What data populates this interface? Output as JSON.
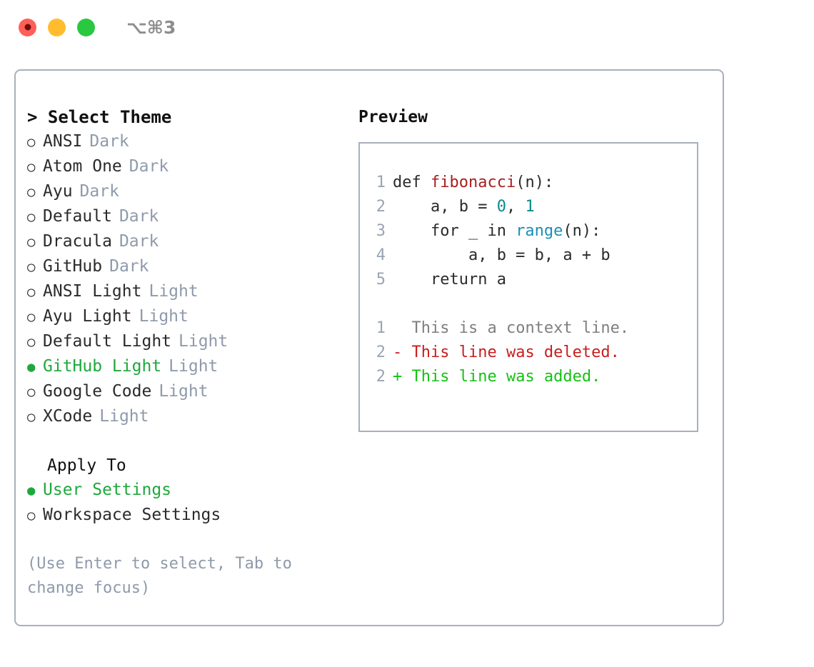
{
  "titlebar": {
    "shortcut": "⌥⌘3",
    "lights": [
      {
        "name": "close",
        "color": "#ff5f57"
      },
      {
        "name": "minimize",
        "color": "#ffbd2e"
      },
      {
        "name": "zoom",
        "color": "#28c840"
      }
    ]
  },
  "theme_picker": {
    "header": "> Select Theme",
    "items": [
      {
        "bullet": "○",
        "label": "ANSI",
        "tag": "Dark",
        "selected": false
      },
      {
        "bullet": "○",
        "label": "Atom One",
        "tag": "Dark",
        "selected": false
      },
      {
        "bullet": "○",
        "label": "Ayu",
        "tag": "Dark",
        "selected": false
      },
      {
        "bullet": "○",
        "label": "Default",
        "tag": "Dark",
        "selected": false
      },
      {
        "bullet": "○",
        "label": "Dracula",
        "tag": "Dark",
        "selected": false
      },
      {
        "bullet": "○",
        "label": "GitHub",
        "tag": "Dark",
        "selected": false
      },
      {
        "bullet": "○",
        "label": "ANSI Light",
        "tag": "Light",
        "selected": false
      },
      {
        "bullet": "○",
        "label": "Ayu Light",
        "tag": "Light",
        "selected": false
      },
      {
        "bullet": "○",
        "label": "Default Light",
        "tag": "Light",
        "selected": false
      },
      {
        "bullet": "●",
        "label": "GitHub Light",
        "tag": "Light",
        "selected": true
      },
      {
        "bullet": "○",
        "label": "Google Code",
        "tag": "Light",
        "selected": false
      },
      {
        "bullet": "○",
        "label": "XCode",
        "tag": "Light",
        "selected": false
      }
    ]
  },
  "apply_to": {
    "title": "Apply To",
    "items": [
      {
        "bullet": "●",
        "label": "User Settings",
        "selected": true
      },
      {
        "bullet": "○",
        "label": "Workspace Settings",
        "selected": false
      }
    ]
  },
  "hint": "(Use Enter to select, Tab to change focus)",
  "preview": {
    "title": "Preview",
    "code_lines": [
      {
        "ln": "1",
        "segments": [
          {
            "t": "def ",
            "c": "code-txt"
          },
          {
            "t": "fibonacci",
            "c": "tok-fn"
          },
          {
            "t": "(n):",
            "c": "code-txt"
          }
        ]
      },
      {
        "ln": "2",
        "segments": [
          {
            "t": "    a, b = ",
            "c": "code-txt"
          },
          {
            "t": "0",
            "c": "tok-num"
          },
          {
            "t": ", ",
            "c": "code-txt"
          },
          {
            "t": "1",
            "c": "tok-num"
          }
        ]
      },
      {
        "ln": "3",
        "segments": [
          {
            "t": "    for _ in ",
            "c": "code-txt"
          },
          {
            "t": "range",
            "c": "tok-builtin"
          },
          {
            "t": "(n):",
            "c": "code-txt"
          }
        ]
      },
      {
        "ln": "4",
        "segments": [
          {
            "t": "        a, b = b, a + b",
            "c": "code-txt"
          }
        ]
      },
      {
        "ln": "5",
        "segments": [
          {
            "t": "    return a",
            "c": "code-txt"
          }
        ]
      }
    ],
    "diff_lines": [
      {
        "ln": "1",
        "marker": "  ",
        "text": "This is a context line.",
        "cls": "diff-ctx"
      },
      {
        "ln": "2",
        "marker": "- ",
        "text": "This line was deleted.",
        "cls": "diff-del"
      },
      {
        "ln": "2",
        "marker": "+ ",
        "text": "This line was added.",
        "cls": "diff-add"
      }
    ]
  },
  "colors": {
    "accent_green": "#1ea83c",
    "muted": "#8f9aab",
    "border": "#a7b0bd",
    "function": "#a81f1f",
    "number": "#0a8a8a",
    "builtin": "#1b8fb5",
    "diff_add": "#14c214",
    "diff_del": "#c81e1e"
  }
}
